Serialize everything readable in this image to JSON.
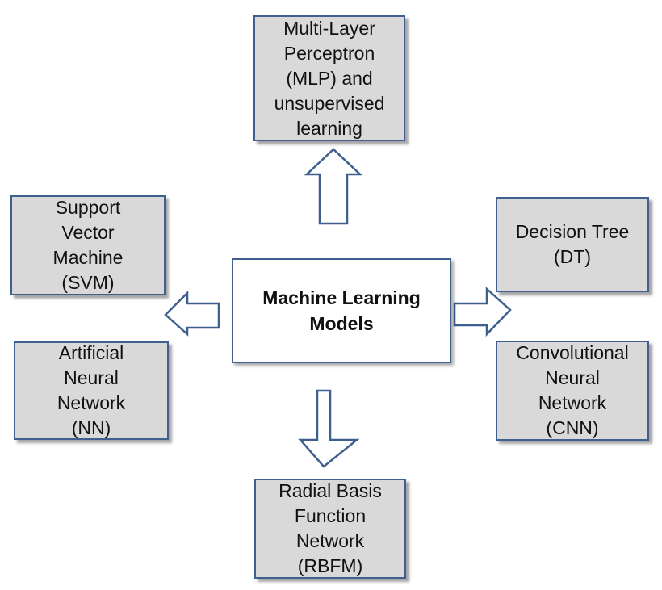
{
  "diagram": {
    "center_label": "Machine Learning\nModels",
    "nodes": {
      "mlp": "Multi-Layer\nPerceptron\n(MLP) and\nunsupervised\nlearning",
      "svm": "Support\nVector\nMachine\n(SVM)",
      "nn": "Artificial\nNeural\nNetwork\n(NN)",
      "dt": "Decision Tree\n(DT)",
      "cnn": "Convolutional\nNeural\nNetwork\n(CNN)",
      "rbfm": "Radial Basis\nFunction\nNetwork\n(RBFM)"
    },
    "colors": {
      "box_fill": "#d9d9d9",
      "border": "#3f5f8f",
      "center_fill": "#ffffff"
    }
  }
}
